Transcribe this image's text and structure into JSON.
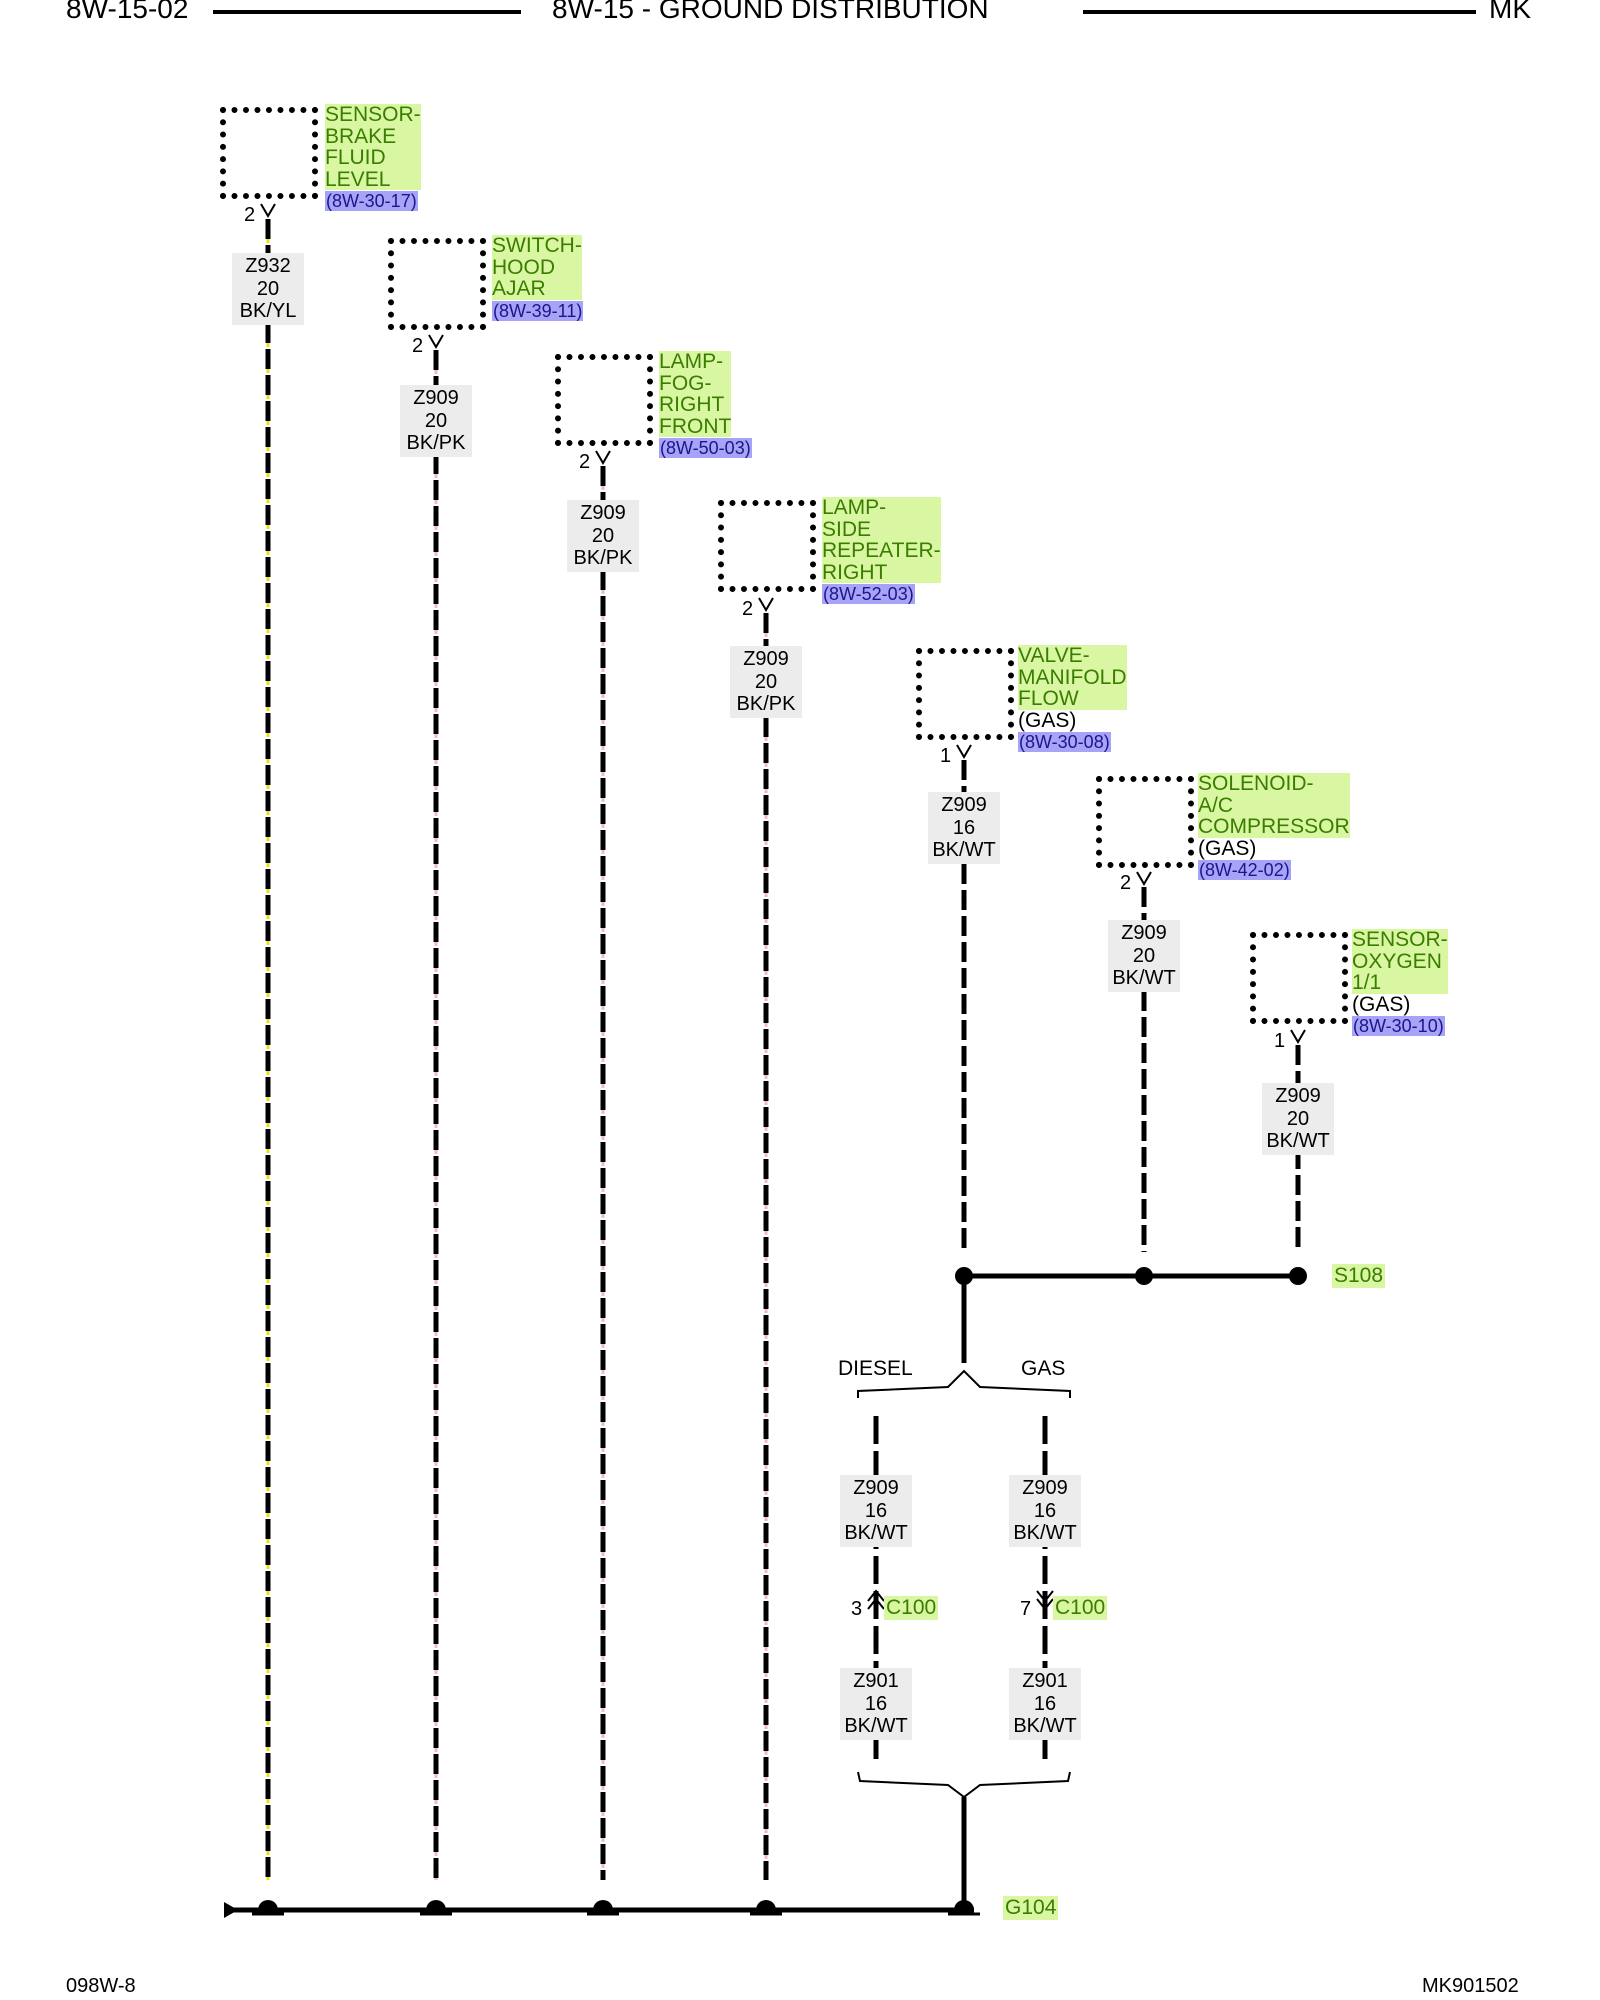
{
  "header": {
    "page_id": "8W-15-02",
    "title": "8W-15 - GROUND DISTRIBUTION",
    "model": "MK"
  },
  "footer": {
    "left": "098W-8",
    "right": "MK901502"
  },
  "components": [
    {
      "name_lines": [
        "SENSOR-",
        "BRAKE",
        "FLUID",
        "LEVEL"
      ],
      "note": "",
      "ref": "(8W-30-17)",
      "pin": "2",
      "wire": [
        "Z932",
        "20",
        "BK/YL"
      ],
      "tracer": "#e5e500"
    },
    {
      "name_lines": [
        "SWITCH-",
        "HOOD",
        "AJAR"
      ],
      "note": "",
      "ref": "(8W-39-11)",
      "pin": "2",
      "wire": [
        "Z909",
        "20",
        "BK/PK"
      ],
      "tracer": "#f2b9c8"
    },
    {
      "name_lines": [
        "LAMP-",
        "FOG-",
        "RIGHT",
        "FRONT"
      ],
      "note": "",
      "ref": "(8W-50-03)",
      "pin": "2",
      "wire": [
        "Z909",
        "20",
        "BK/PK"
      ],
      "tracer": "#f2b9c8"
    },
    {
      "name_lines": [
        "LAMP-",
        "SIDE",
        "REPEATER-",
        "RIGHT"
      ],
      "note": "",
      "ref": "(8W-52-03)",
      "pin": "2",
      "wire": [
        "Z909",
        "20",
        "BK/PK"
      ],
      "tracer": "#f2b9c8"
    },
    {
      "name_lines": [
        "VALVE-",
        "MANIFOLD",
        "FLOW"
      ],
      "note": "(GAS)",
      "ref": "(8W-30-08)",
      "pin": "1",
      "wire": [
        "Z909",
        "16",
        "BK/WT"
      ],
      "tracer": "#ffffff"
    },
    {
      "name_lines": [
        "SOLENOID-",
        "A/C",
        "COMPRESSOR"
      ],
      "note": "(GAS)",
      "ref": "(8W-42-02)",
      "pin": "2",
      "wire": [
        "Z909",
        "20",
        "BK/WT"
      ],
      "tracer": "#ffffff"
    },
    {
      "name_lines": [
        "SENSOR-",
        "OXYGEN",
        "1/1"
      ],
      "note": "(GAS)",
      "ref": "(8W-30-10)",
      "pin": "1",
      "wire": [
        "Z909",
        "20",
        "BK/WT"
      ],
      "tracer": "#ffffff"
    }
  ],
  "splice": "S108",
  "ground": "G104",
  "options": {
    "left": "DIESEL",
    "right": "GAS"
  },
  "branches": [
    {
      "upper_wire": [
        "Z909",
        "16",
        "BK/WT"
      ],
      "connector": "C100",
      "connector_pin": "3",
      "lower_wire": [
        "Z901",
        "16",
        "BK/WT"
      ]
    },
    {
      "upper_wire": [
        "Z909",
        "16",
        "BK/WT"
      ],
      "connector": "C100",
      "connector_pin": "7",
      "lower_wire": [
        "Z901",
        "16",
        "BK/WT"
      ]
    }
  ],
  "colors": {
    "highlight": "#d9f7a2",
    "highlight_text": "#3a7d00",
    "ref_bg": "#a7a3f7",
    "ref_text": "#1b168c"
  }
}
